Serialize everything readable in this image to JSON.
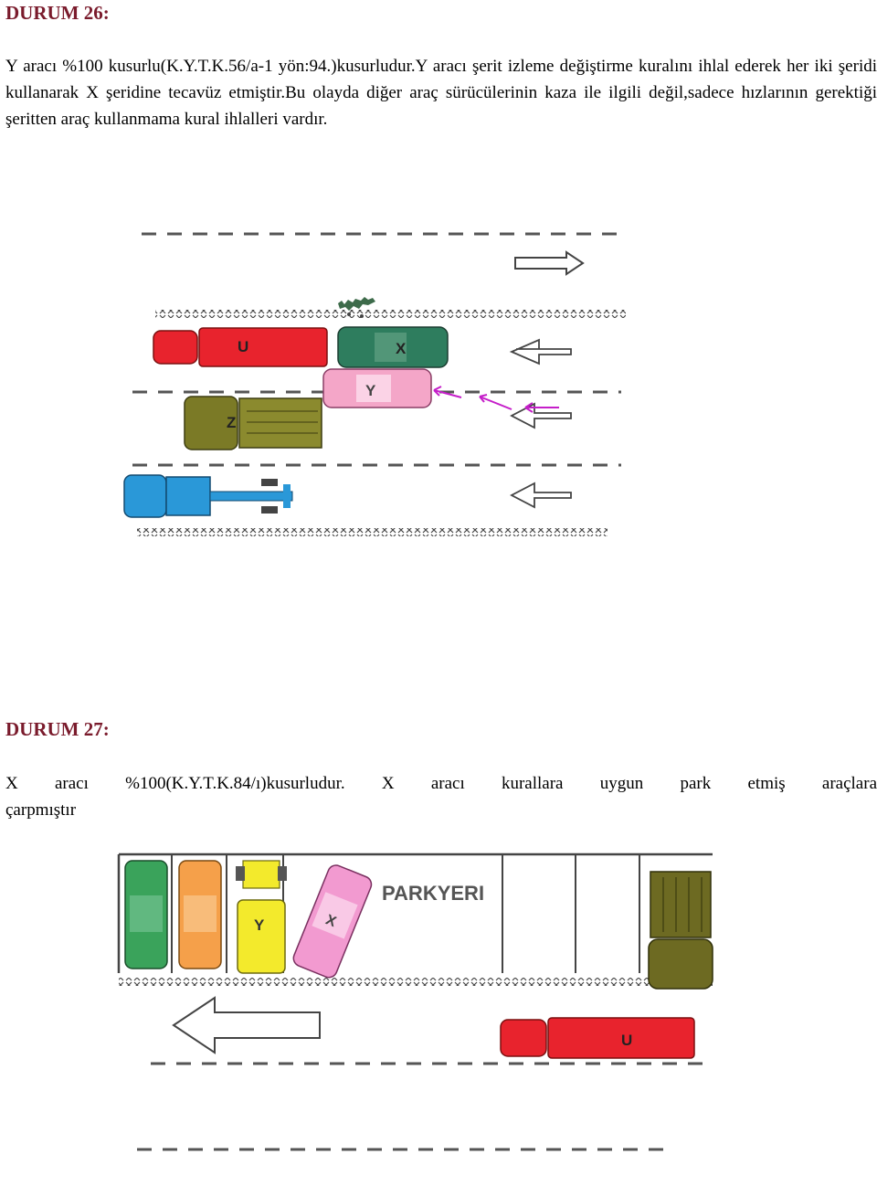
{
  "durum26": {
    "heading": "DURUM 26:",
    "text": "Y aracı %100 kusurlu(K.Y.T.K.56/a-1 yön:94.)kusurludur.Y aracı şerit izleme değiştirme kuralını ihlal ederek her iki şeridi kullanarak X şeridine tecavüz etmiştir.Bu olayda diğer araç sürücülerinin kaza ile ilgili değil,sadece hızlarının gerektiği şeritten araç kullanmama kural ihlalleri vardır.",
    "diagram": {
      "vehicles": [
        {
          "label": "U",
          "color": "#e8232d"
        },
        {
          "label": "X",
          "color": "#2e7d5e"
        },
        {
          "label": "Y",
          "color": "#f4a6c8"
        },
        {
          "label": "Z",
          "color": "#7b7a26"
        },
        {
          "label": "",
          "color": "#2a98d8"
        }
      ]
    }
  },
  "durum27": {
    "heading": "DURUM 27:",
    "text_line1": "X aracı %100(K.Y.T.K.84/ı)kusurludur. X aracı kurallara uygun park etmiş araçlara",
    "text_line2": "çarpmıştır",
    "diagram": {
      "parking_label": "PARKYERI",
      "vehicles": [
        {
          "label": "",
          "color": "#3aa35b"
        },
        {
          "label": "",
          "color": "#f5a04a"
        },
        {
          "label": "Y",
          "color": "#f3ea2c"
        },
        {
          "label": "X",
          "color": "#f29ad0"
        },
        {
          "label": "",
          "color": "#6d6a22"
        },
        {
          "label": "U",
          "color": "#e8232d"
        }
      ]
    }
  }
}
